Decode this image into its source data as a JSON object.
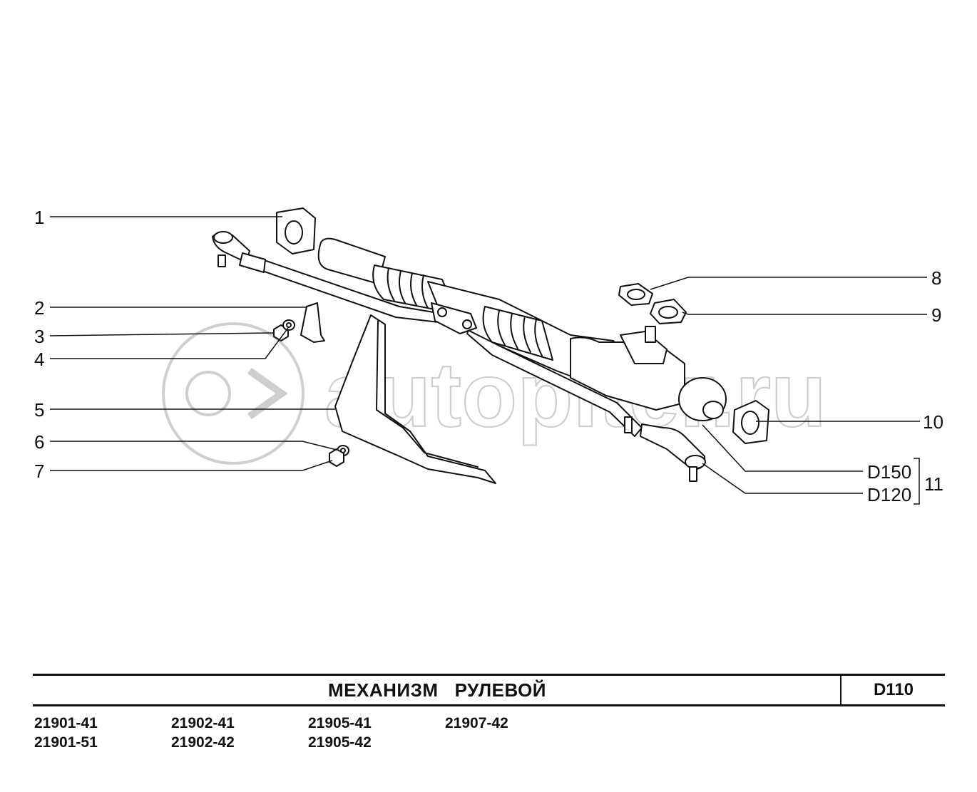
{
  "callouts": {
    "c1": "1",
    "c2": "2",
    "c3": "3",
    "c4": "4",
    "c5": "5",
    "c6": "6",
    "c7": "7",
    "c8": "8",
    "c9": "9",
    "c10": "10",
    "c11": "11",
    "d150": "D150",
    "d120": "D120"
  },
  "watermark": {
    "text": "autopiter.ru"
  },
  "title_block": {
    "title": "МЕХАНИЗМ   РУЛЕВОЙ",
    "code": "D110"
  },
  "models": {
    "col1": [
      "21901-41",
      "21901-51"
    ],
    "col2": [
      "21902-41",
      "21902-42"
    ],
    "col3": [
      "21905-41",
      "21905-42"
    ],
    "col4": [
      "21907-42"
    ]
  }
}
